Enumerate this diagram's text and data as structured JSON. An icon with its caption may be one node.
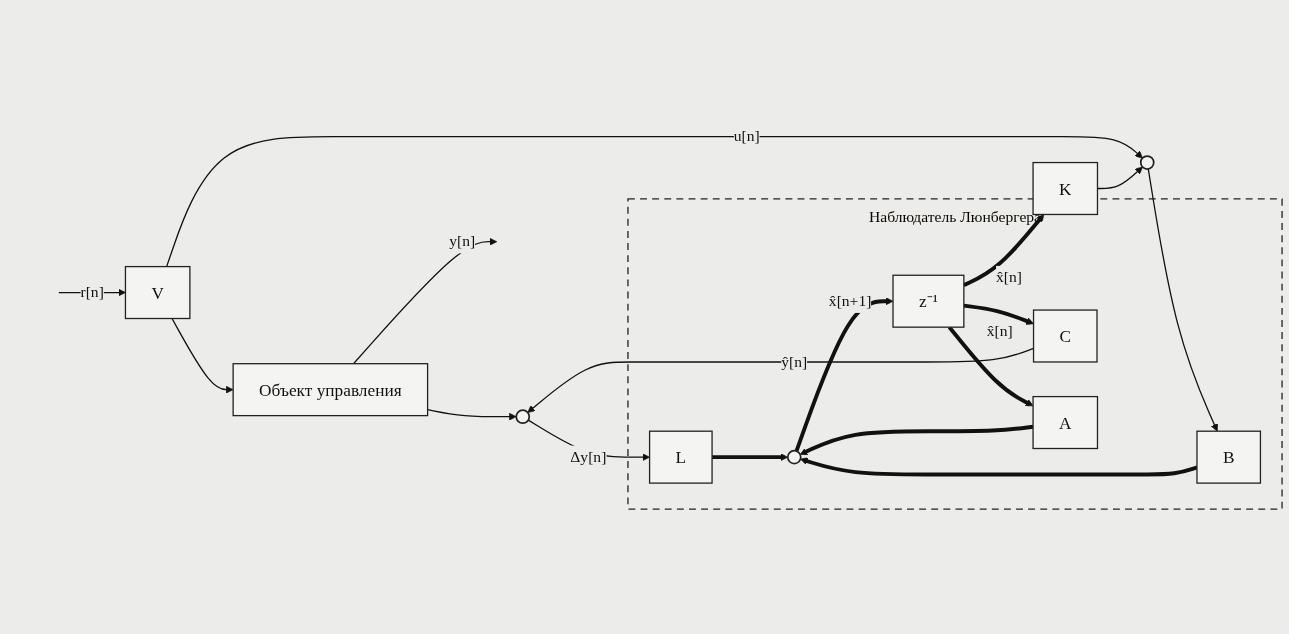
{
  "diagram": {
    "nodes": [
      {
        "text": [
          "Объект управления"
        ]
      },
      {
        "text": [
          "Наблюдатель Люнбергера"
        ]
      },
      {
        "text": [
          "V"
        ]
      },
      {
        "text": [],
        "shape": "circle"
      },
      {
        "text": [
          "B"
        ],
        "in": 1
      },
      {
        "text": [],
        "shape": "circle",
        "in": 1
      },
      {
        "text": [
          "z⁻¹"
        ],
        "in": 1
      },
      {
        "text": [
          "C"
        ],
        "in": 1
      },
      {
        "text": [
          "L"
        ],
        "in": 1
      },
      {
        "text": [
          "A"
        ],
        "in": 1
      },
      {
        "text": [],
        "shape": "circle"
      },
      {
        "text": [
          "K"
        ]
      }
    ],
    "edges": [
      {
        "from": null,
        "to": 2,
        "arrow": "to",
        "label": "r[n]"
      },
      {
        "from": 2,
        "to": 3,
        "arrow": "to",
        "label": "u[n]"
      },
      {
        "from": 2,
        "to": 0,
        "arrow": "to"
      },
      {
        "from": 0,
        "to": null,
        "arrow": "to",
        "label": "y[n]"
      },
      {
        "from": 0,
        "to": 10,
        "arrow": "to"
      },
      {
        "from": 3,
        "to": 4,
        "arrow": "to"
      },
      {
        "from": 4,
        "to": 5,
        "arrow": "to",
        "style": "thick"
      },
      {
        "from": 8,
        "to": 5,
        "arrow": "to",
        "style": "thick"
      },
      {
        "from": 9,
        "to": 5,
        "arrow": "to",
        "style": "thick"
      },
      {
        "from": 5,
        "to": 6,
        "arrow": "to",
        "label": "x̂[n+1]",
        "style": "thick"
      },
      {
        "from": 6,
        "to": 7,
        "arrow": "to",
        "label": "x̂[n]",
        "style": "thick"
      },
      {
        "from": 6,
        "to": 9,
        "arrow": "to",
        "style": "thick"
      },
      {
        "from": 6,
        "to": 11,
        "arrow": "to",
        "label": "x̂[n]",
        "style": "thick"
      },
      {
        "from": 7,
        "to": 10,
        "arrow": "to",
        "label": "ŷ[n]"
      },
      {
        "from": 10,
        "to": 8,
        "arrow": "to",
        "label": "Δy[n]"
      },
      {
        "from": 11,
        "to": 3,
        "arrow": "to"
      }
    ]
  }
}
